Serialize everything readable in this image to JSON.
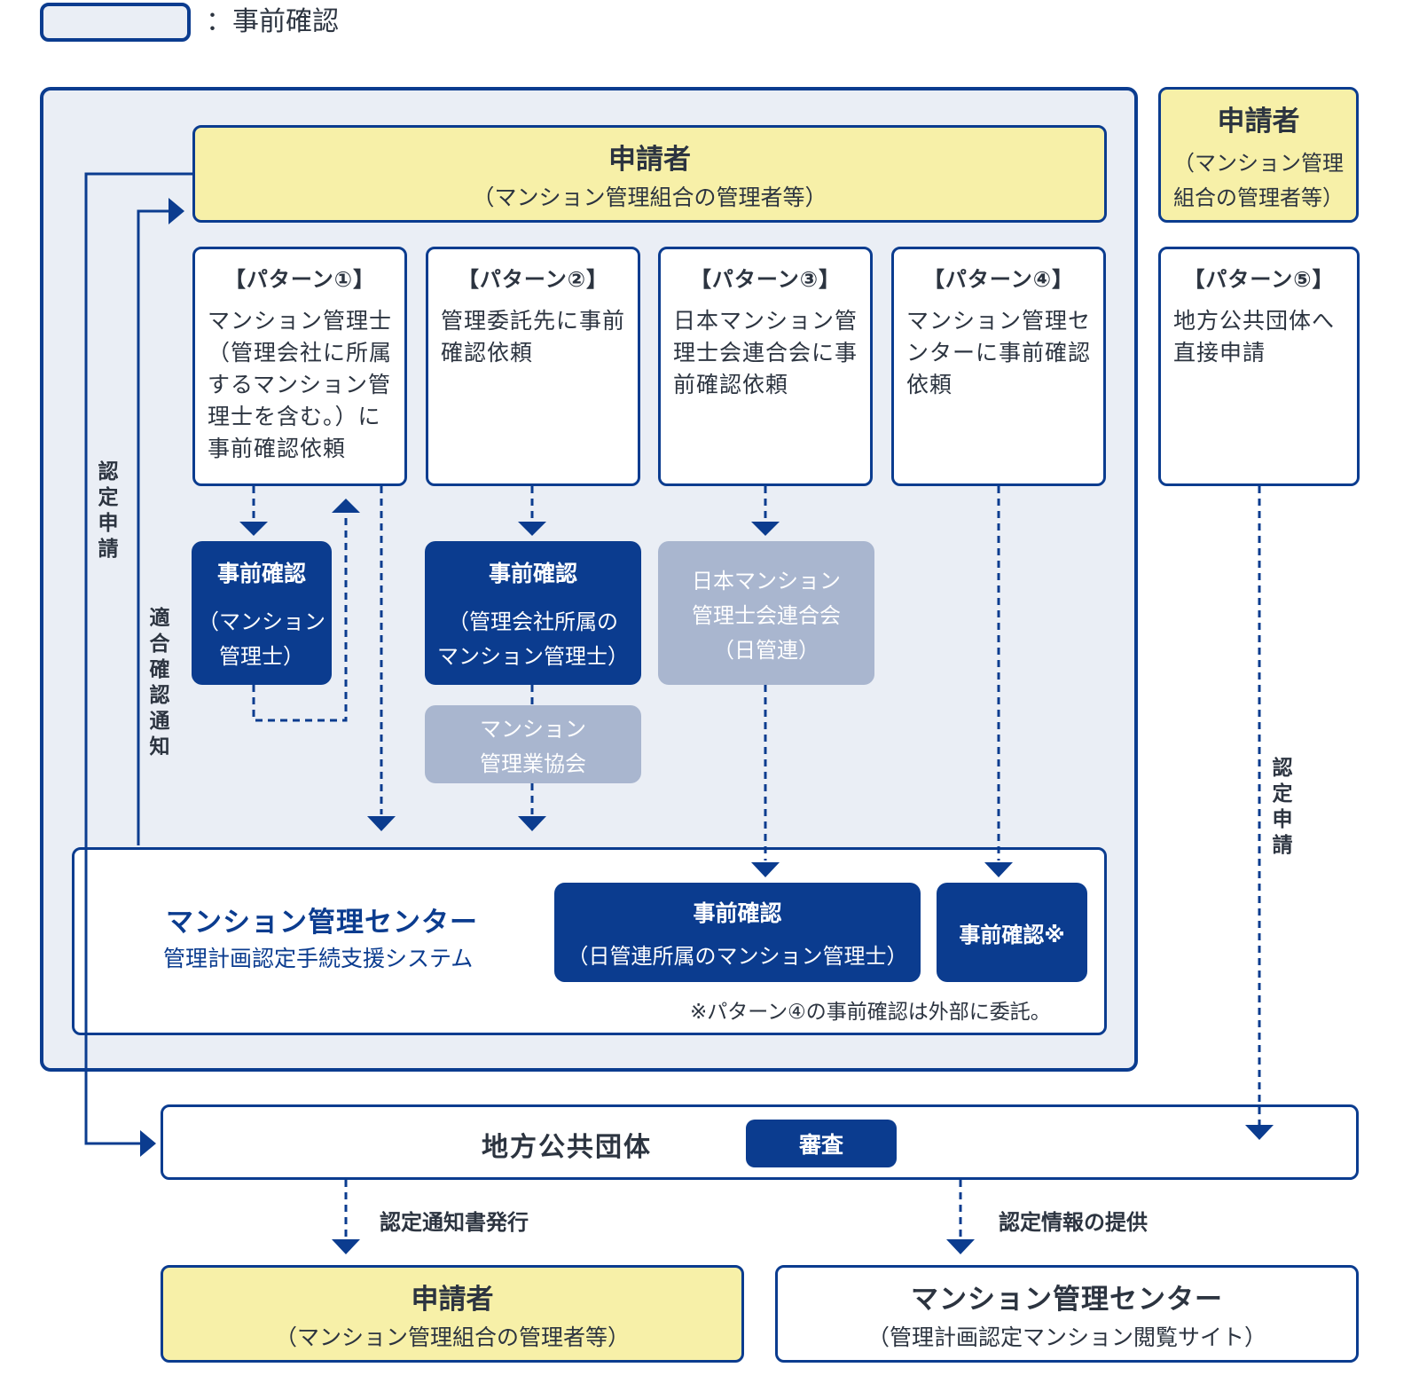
{
  "legend": {
    "label": "：事前確認"
  },
  "applicant_top": {
    "title": "申請者",
    "subtitle": "（マンション管理組合の管理者等）"
  },
  "applicant_right": {
    "title": "申請者",
    "subtitle_line1": "（マンション管理",
    "subtitle_line2": "組合の管理者等）"
  },
  "patterns": [
    {
      "title": "【パターン①】",
      "body": "マンション管理士（管理会社に所属するマンション管理士を含む。）に事前確認依頼"
    },
    {
      "title": "【パターン②】",
      "body": "管理委託先に事前確認依頼"
    },
    {
      "title": "【パターン③】",
      "body": "日本マンション管理士会連合会に事前確認依頼"
    },
    {
      "title": "【パターン④】",
      "body": "マンション管理センターに事前確認依頼"
    },
    {
      "title": "【パターン⑤】",
      "body": "地方公共団体へ直接申請"
    }
  ],
  "checks": {
    "p1": {
      "title": "事前確認",
      "sub_line1": "（マンション",
      "sub_line2": "管理士）"
    },
    "p2": {
      "title": "事前確認",
      "sub_line1": "（管理会社所属の",
      "sub_line2": "マンション管理士）"
    },
    "p3": {
      "line1": "日本マンション",
      "line2": "管理士会連合会",
      "line3": "（日管連）"
    },
    "assoc": {
      "line1": "マンション",
      "line2": "管理業協会"
    }
  },
  "center": {
    "title": "マンション管理センター",
    "subtitle": "管理計画認定手続支援システム",
    "check_a_title": "事前確認",
    "check_a_sub": "（日管連所属のマンション管理士）",
    "check_b": "事前確認※",
    "note": "※パターン④の事前確認は外部に委託。"
  },
  "vertical_labels": {
    "left_outer": "認定申請",
    "left_inner": "適合確認通知",
    "right": "認定申請"
  },
  "local_gov": {
    "title": "地方公共団体",
    "review": "審査"
  },
  "flows": {
    "notice": "認定通知書発行",
    "info": "認定情報の提供"
  },
  "applicant_bottom": {
    "title": "申請者",
    "subtitle": "（マンション管理組合の管理者等）"
  },
  "center_bottom": {
    "title": "マンション管理センター",
    "subtitle": "（管理計画認定マンション閲覧サイト）"
  },
  "colors": {
    "navy": "#0b3c8f",
    "light_navy": "#a9b6cf",
    "yellow": "#f7f0a8",
    "panel": "#eaeef5"
  }
}
